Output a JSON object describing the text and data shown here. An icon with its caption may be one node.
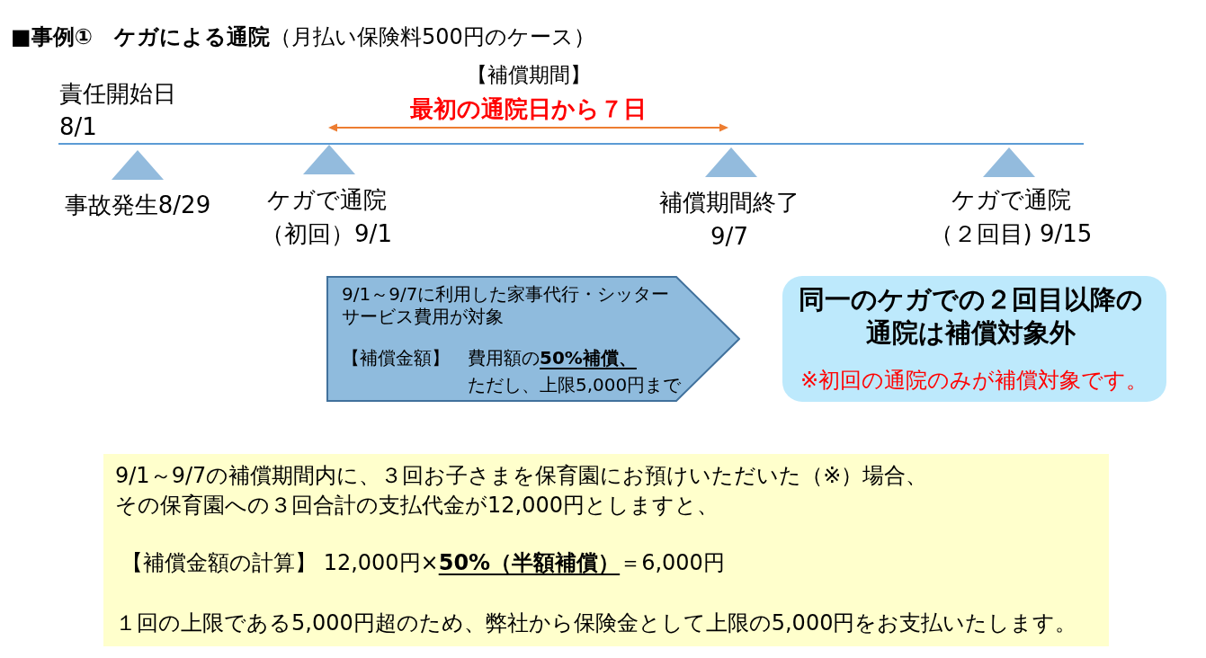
{
  "diagram": {
    "title": "**■事例①　ケガによる通院**（月払い保険料500円のケース）",
    "nodes": [
      {
        "text": [],
        "shape": "triangle",
        "beside": [
          "事故発生8/29"
        ]
      },
      {
        "text": [],
        "shape": "triangle",
        "beside": [
          "ケガで通院（初回）9/1"
        ]
      },
      {
        "text": [],
        "shape": "triangle",
        "beside": [
          "補償期間終了9/7"
        ]
      },
      {
        "text": [],
        "shape": "triangle",
        "beside": [
          "ケガで通院（２回目) 9/15"
        ]
      },
      {
        "text": [
          "9/1～9/7に利用した家事代行・シッターサービス費用が対象",
          "【補償金額】",
          "費用額の**50%補償、**ただし、上限5,000円まで"
        ]
      },
      {
        "text": [
          "同一のケガでの２回目以降の通院は補償対象外",
          "※初回の通院のみが補償対象です。"
        ]
      },
      {
        "text": [
          "9/1～9/7の補償期間内に、３回お子さまを保育園にお預けいただいた（※）場合、その保育園への３回合計の支払代金が12,000円としますと、",
          "【補償金額の計算】 12,000円×**50%（半額補償）**＝6,000円",
          "１回の上限である5,000円超のため、弊社から保険金として上限の5,000円をお支払いたします。"
        ]
      }
    ],
    "labels": [
      "【補償期間】",
      "責任開始日8/1",
      "最初の通院日から７日"
    ]
  }
}
